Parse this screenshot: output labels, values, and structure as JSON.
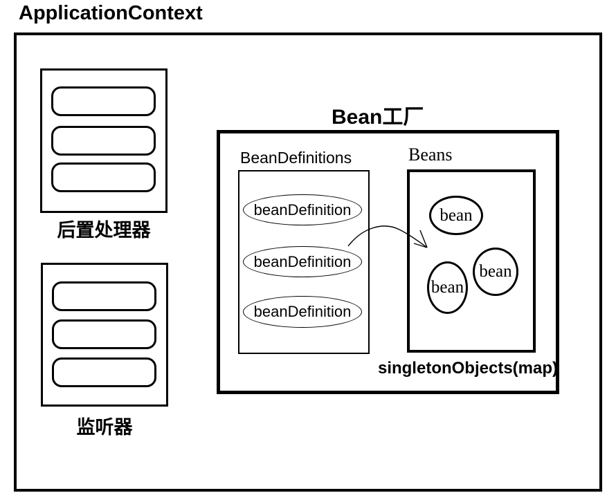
{
  "colors": {
    "ink": "#000000",
    "background": "#ffffff"
  },
  "page_title": "ApplicationContext",
  "containers": {
    "post_processors": {
      "label": "后置处理器"
    },
    "listeners": {
      "label": "监听器"
    }
  },
  "bean_factory": {
    "title": "Bean工厂",
    "bean_definitions": {
      "label": "BeanDefinitions",
      "items": [
        "beanDefinition",
        "beanDefinition",
        "beanDefinition"
      ]
    },
    "beans": {
      "label": "Beans",
      "items": [
        "bean",
        "bean",
        "bean"
      ],
      "map_label": "singletonObjects(map)"
    }
  }
}
